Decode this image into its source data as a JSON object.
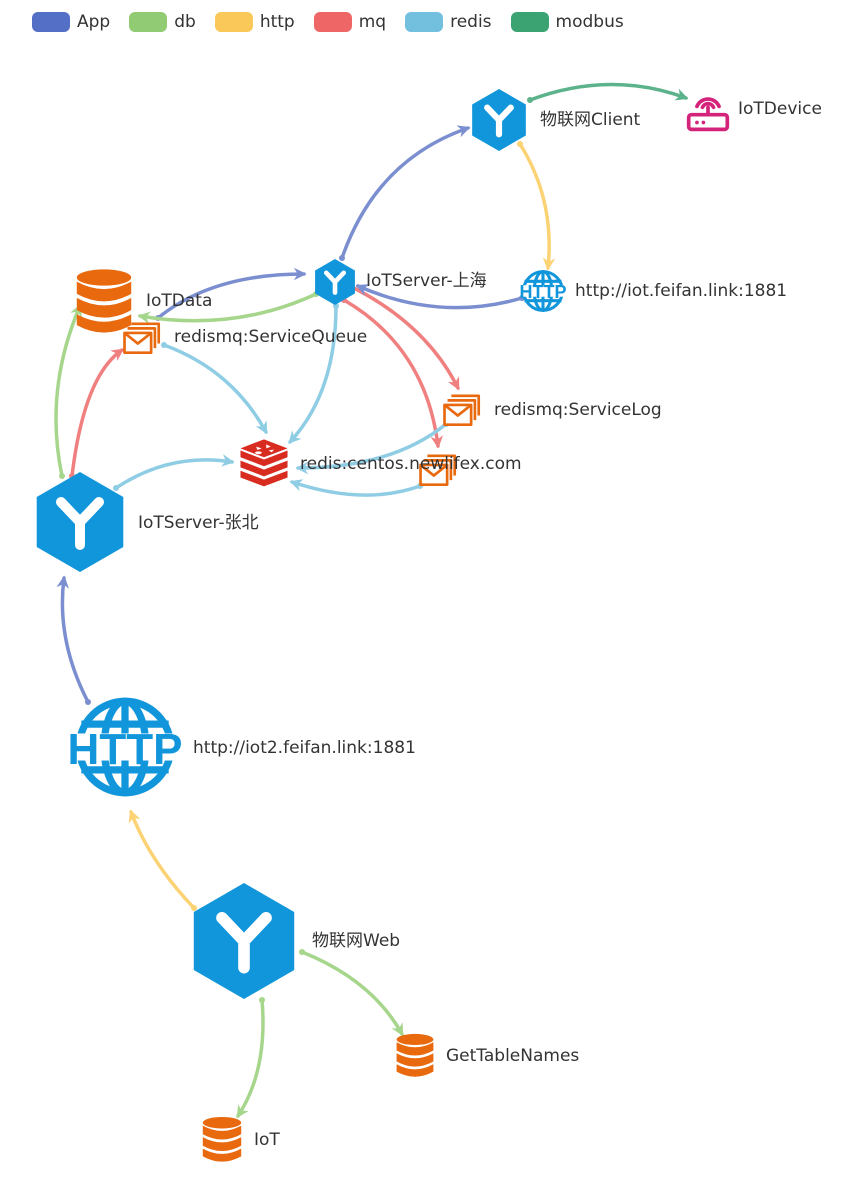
{
  "legend": [
    {
      "id": "app",
      "label": "App",
      "color": "#5470c6"
    },
    {
      "id": "db",
      "label": "db",
      "color": "#91cc75"
    },
    {
      "id": "http",
      "label": "http",
      "color": "#fac858"
    },
    {
      "id": "mq",
      "label": "mq",
      "color": "#ee6666"
    },
    {
      "id": "redis",
      "label": "redis",
      "color": "#73c0de"
    },
    {
      "id": "modbus",
      "label": "modbus",
      "color": "#3ba272"
    }
  ],
  "nodes": {
    "client": {
      "label": "物联网Client",
      "category": "App"
    },
    "iotdevice": {
      "label": "IoTDevice",
      "category": "modbus"
    },
    "http1": {
      "label": "http://iot.feifan.link:1881",
      "category": "http",
      "icon_text": "HTTP"
    },
    "iotserver_sh": {
      "label": "IoTServer-上海",
      "category": "App"
    },
    "iotdata": {
      "label": "IoTData",
      "category": "db"
    },
    "queue": {
      "label": "redismq:ServiceQueue",
      "category": "mq"
    },
    "servicelog": {
      "label": "redismq:ServiceLog",
      "category": "mq"
    },
    "redis": {
      "label": "redis:centos.newlifex.com",
      "category": "redis",
      "icon_text": "Redis"
    },
    "iotserver_zb": {
      "label": "IoTServer-张北",
      "category": "App"
    },
    "http2": {
      "label": "http://iot2.feifan.link:1881",
      "category": "http",
      "icon_text": "HTTP"
    },
    "web": {
      "label": "物联网Web",
      "category": "App"
    },
    "gettablenames": {
      "label": "GetTableNames",
      "category": "db"
    },
    "iot": {
      "label": "IoT",
      "category": "db"
    }
  },
  "colors": {
    "app_node": "#1296db",
    "db_node": "#e8690e",
    "device_node": "#d4237a",
    "redis_node": "#d82c20",
    "edge_app": "#7b8fd0",
    "edge_db": "#a6d68c",
    "edge_http": "#fbd274",
    "edge_mq": "#f08080",
    "edge_redis": "#8fcde5",
    "edge_modbus": "#5cb38b"
  }
}
